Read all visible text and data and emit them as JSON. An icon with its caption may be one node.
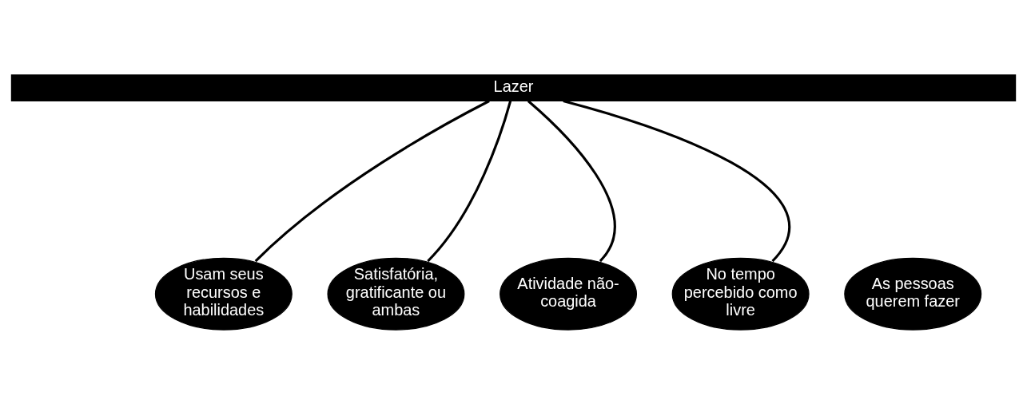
{
  "diagram": {
    "nodes": [
      {
        "text": [
          "Lazer"
        ]
      },
      {
        "text": [
          "Usam seus recursos e habilidades"
        ]
      },
      {
        "text": [
          "Satisfatória, gratificante ou ambas"
        ]
      },
      {
        "text": [
          "Atividade não-coagida"
        ]
      },
      {
        "text": [
          "No tempo percebido como livre"
        ]
      },
      {
        "text": [
          "As pessoas querem fazer"
        ]
      }
    ],
    "edges": [
      {
        "from": 0,
        "to": 1,
        "arrow": "none"
      },
      {
        "from": 0,
        "to": 2,
        "arrow": "none"
      },
      {
        "from": 0,
        "to": 3,
        "arrow": "none"
      },
      {
        "from": 0,
        "to": 4,
        "arrow": "none"
      }
    ]
  }
}
